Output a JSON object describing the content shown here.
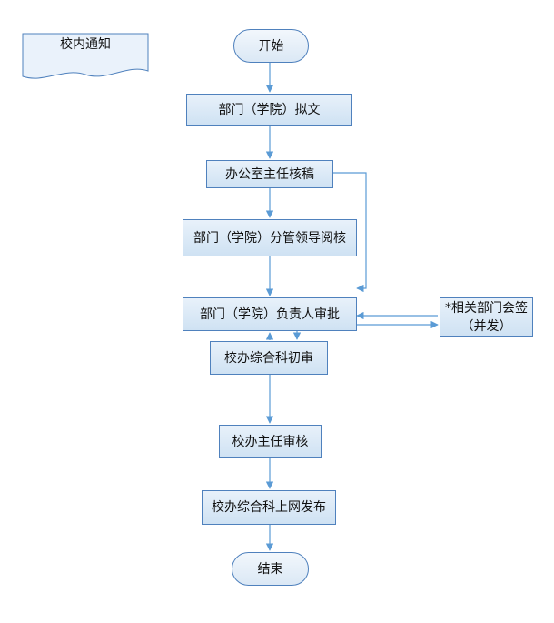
{
  "diagram": {
    "document_label": "校内通知",
    "nodes": {
      "start": "开始",
      "draft": "部门（学院）拟文",
      "office_review": "办公室主任核稿",
      "leader_review": "部门（学院）分管领导阅核",
      "head_approve": "部门（学院）负责人审批",
      "countersign_line1": "*相关部门会签",
      "countersign_line2": "（并发）",
      "initial_review": "校办综合科初审",
      "director_review": "校办主任审核",
      "publish": "校办综合科上网发布",
      "end": "结束"
    },
    "colors": {
      "line": "#5b9bd5",
      "border": "#4f81bd",
      "fill": "#dbe8f5"
    }
  }
}
